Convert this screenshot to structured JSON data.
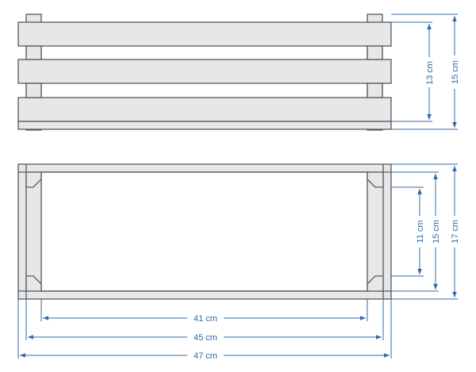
{
  "side_view": {
    "dims": {
      "inner_height": "13 cm",
      "outer_height": "15 cm"
    }
  },
  "top_view": {
    "dims": {
      "inner_depth": "11 cm",
      "mid_depth": "15 cm",
      "outer_depth": "17 cm",
      "inner_width": "41 cm",
      "mid_width": "45 cm",
      "outer_width": "47 cm"
    }
  },
  "colors": {
    "dimension": "#2f6ba8",
    "wood_fill": "#e6e7e8",
    "wood_stroke": "#58595b"
  }
}
